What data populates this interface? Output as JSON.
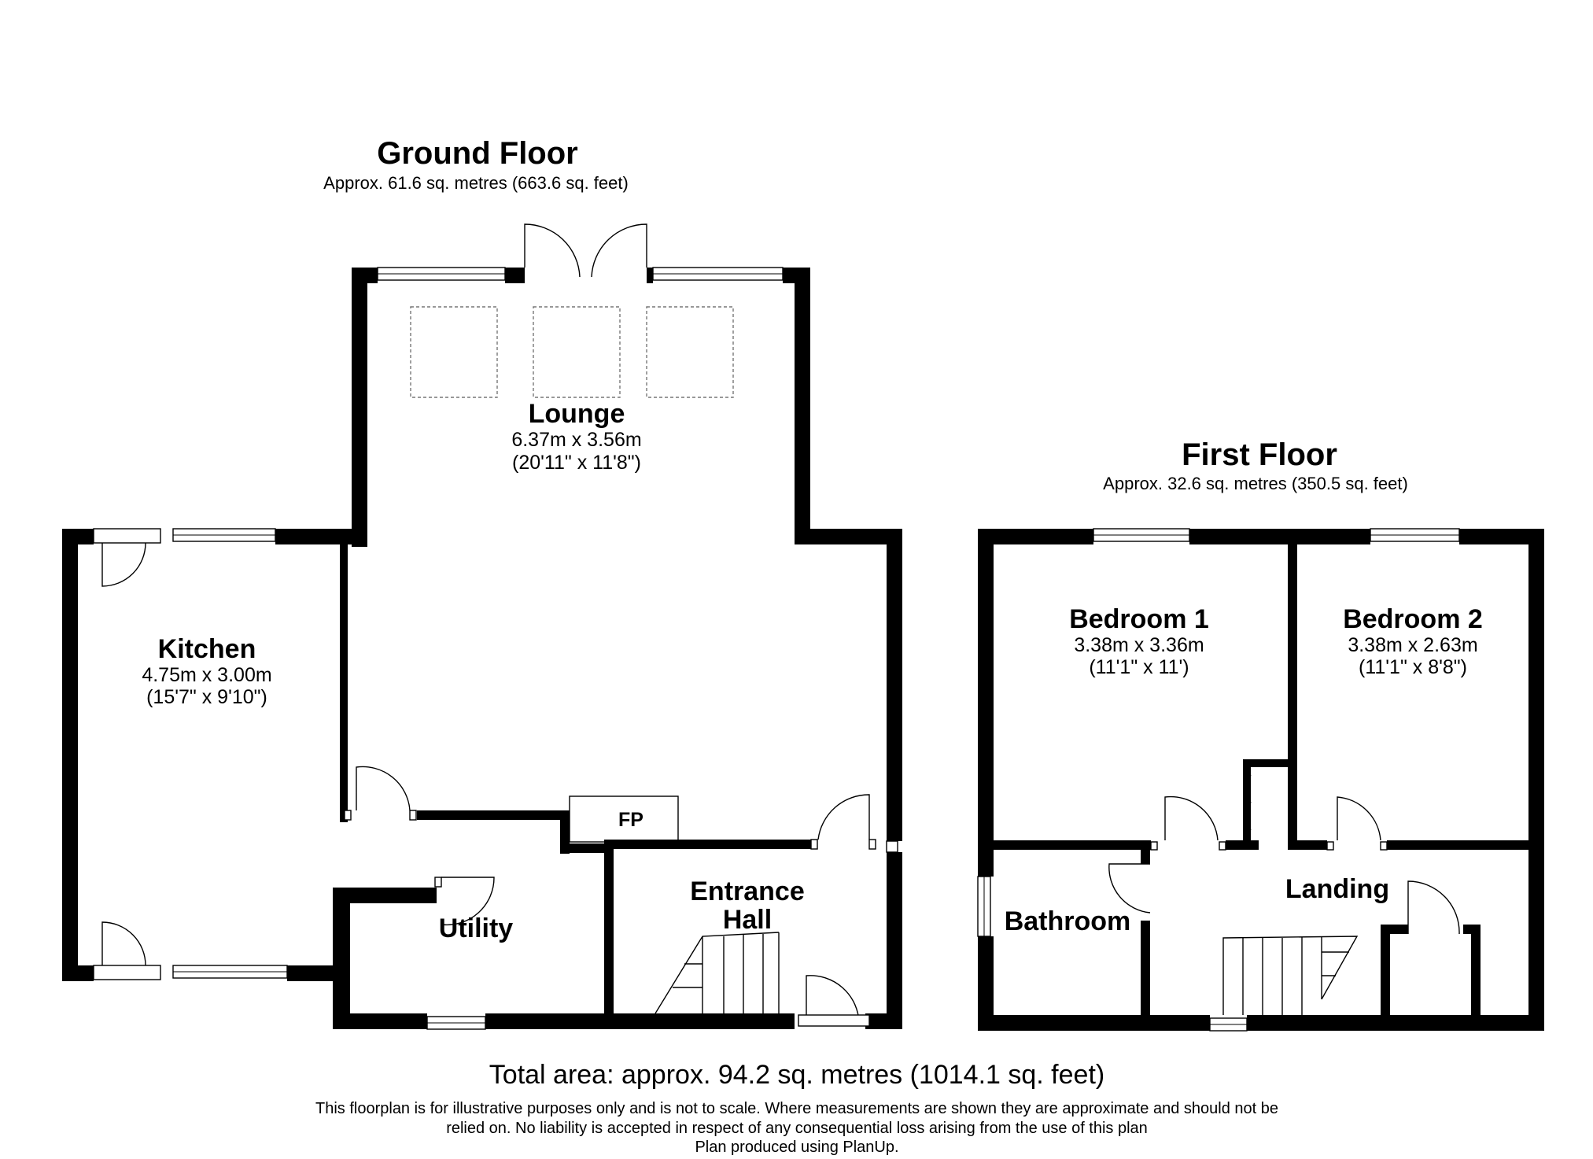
{
  "ground_floor": {
    "title": "Ground Floor",
    "area": "Approx. 61.6 sq. metres (663.6 sq. feet)",
    "rooms": {
      "lounge": {
        "name": "Lounge",
        "metric": "6.37m x 3.56m",
        "imperial": "(20'11\" x 11'8\")"
      },
      "kitchen": {
        "name": "Kitchen",
        "metric": "4.75m x 3.00m",
        "imperial": "(15'7\" x 9'10\")"
      },
      "utility": {
        "name": "Utility"
      },
      "entrance_hall": {
        "line1": "Entrance",
        "line2": "Hall"
      },
      "fireplace": {
        "label": "FP"
      }
    }
  },
  "first_floor": {
    "title": "First Floor",
    "area": "Approx. 32.6 sq. metres (350.5 sq. feet)",
    "rooms": {
      "bedroom1": {
        "name": "Bedroom 1",
        "metric": "3.38m x 3.36m",
        "imperial": "(11'1\" x 11')"
      },
      "bedroom2": {
        "name": "Bedroom 2",
        "metric": "3.38m x 2.63m",
        "imperial": "(11'1\" x 8'8\")"
      },
      "bathroom": {
        "name": "Bathroom"
      },
      "landing": {
        "name": "Landing"
      }
    }
  },
  "footer": {
    "total": "Total area: approx. 94.2 sq. metres (1014.1 sq. feet)",
    "disclaimer_line1": "This floorplan is for illustrative purposes only and is not to scale. Where measurements are shown they are approximate and should not be",
    "disclaimer_line2": "relied on. No liability is accepted in respect of any consequential loss arising from the use of this plan",
    "credit": "Plan produced using PlanUp."
  }
}
